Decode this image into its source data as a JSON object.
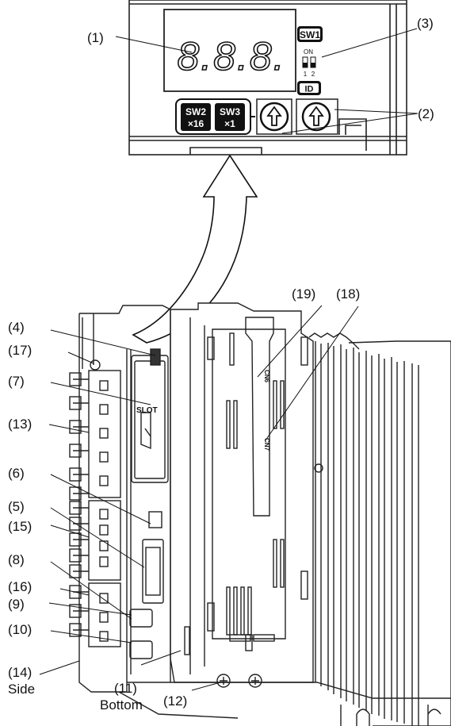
{
  "display": {
    "digits": "8.8.8."
  },
  "switches": {
    "sw1": "SW1",
    "dip_on": "ON",
    "dip_pos_1": "1",
    "dip_pos_2": "2",
    "id": "ID",
    "sw2_line1": "SW2",
    "sw2_line2": "×16",
    "sw3_line1": "SW3",
    "sw3_line2": "×1"
  },
  "device": {
    "slot": "SLOT",
    "cn_upper": "CN6",
    "cn_lower": "CN7"
  },
  "callouts": {
    "c1": "(1)",
    "c2": "(2)",
    "c3": "(3)",
    "c4": "(4)",
    "c5": "(5)",
    "c6": "(6)",
    "c7": "(7)",
    "c8": "(8)",
    "c9": "(9)",
    "c10": "(10)",
    "c11": "(11)",
    "c12": "(12)",
    "c13": "(13)",
    "c14": "(14)",
    "c15": "(15)",
    "c16": "(16)",
    "c17": "(17)",
    "c18": "(18)",
    "c19": "(19)",
    "side": "Side",
    "bottom": "Bottom"
  }
}
